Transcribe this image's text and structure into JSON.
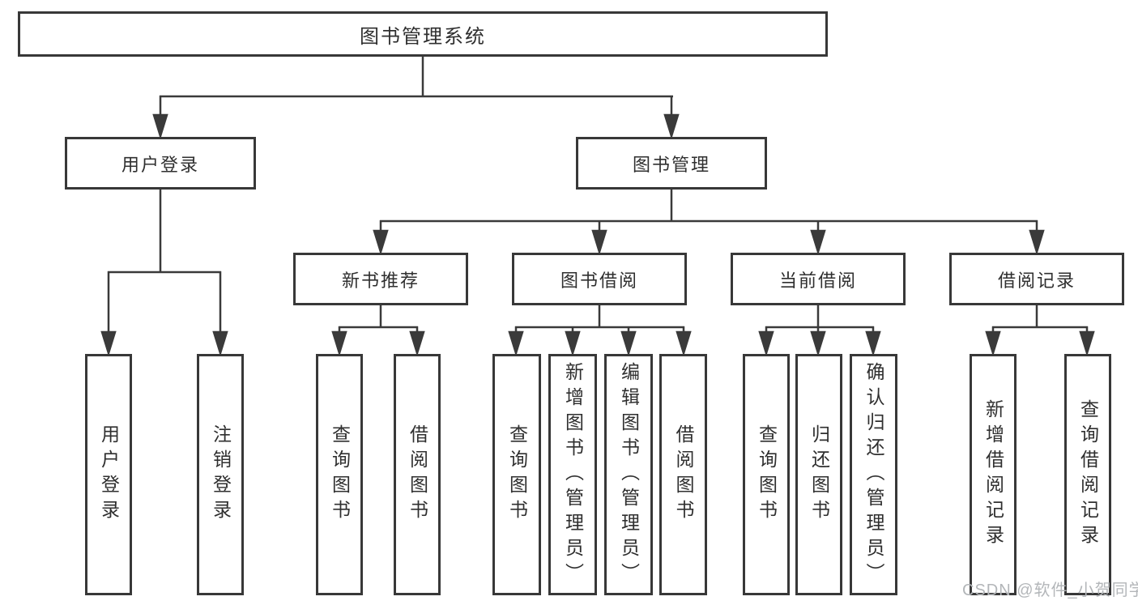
{
  "diagram": {
    "root": {
      "label": "图书管理系统"
    },
    "level2": {
      "user_login": {
        "label": "用户登录"
      },
      "book_management": {
        "label": "图书管理"
      }
    },
    "level3": {
      "new_book_recommend": {
        "label": "新书推荐"
      },
      "book_borrowing": {
        "label": "图书借阅"
      },
      "current_borrowing": {
        "label": "当前借阅"
      },
      "borrowing_records": {
        "label": "借阅记录"
      }
    },
    "leaves": {
      "user_login": [
        "用户登录",
        "注销登录"
      ],
      "new_book_recommend": [
        "查询图书",
        "借阅图书"
      ],
      "book_borrowing": [
        "查询图书",
        "新增图书（管理员）",
        "编辑图书（管理员）",
        "借阅图书"
      ],
      "current_borrowing": [
        "查询图书",
        "归还图书",
        "确认归还（管理员）"
      ],
      "borrowing_records": [
        "新增借阅记录",
        "查询借阅记录"
      ]
    }
  },
  "watermark": {
    "text": "CSDN @软件_小贺同学"
  },
  "colors": {
    "line": "#3a3a3a",
    "border": "#383838",
    "text": "#2f2f2f",
    "watermark": "#b3b6b9",
    "background": "#ffffff"
  }
}
